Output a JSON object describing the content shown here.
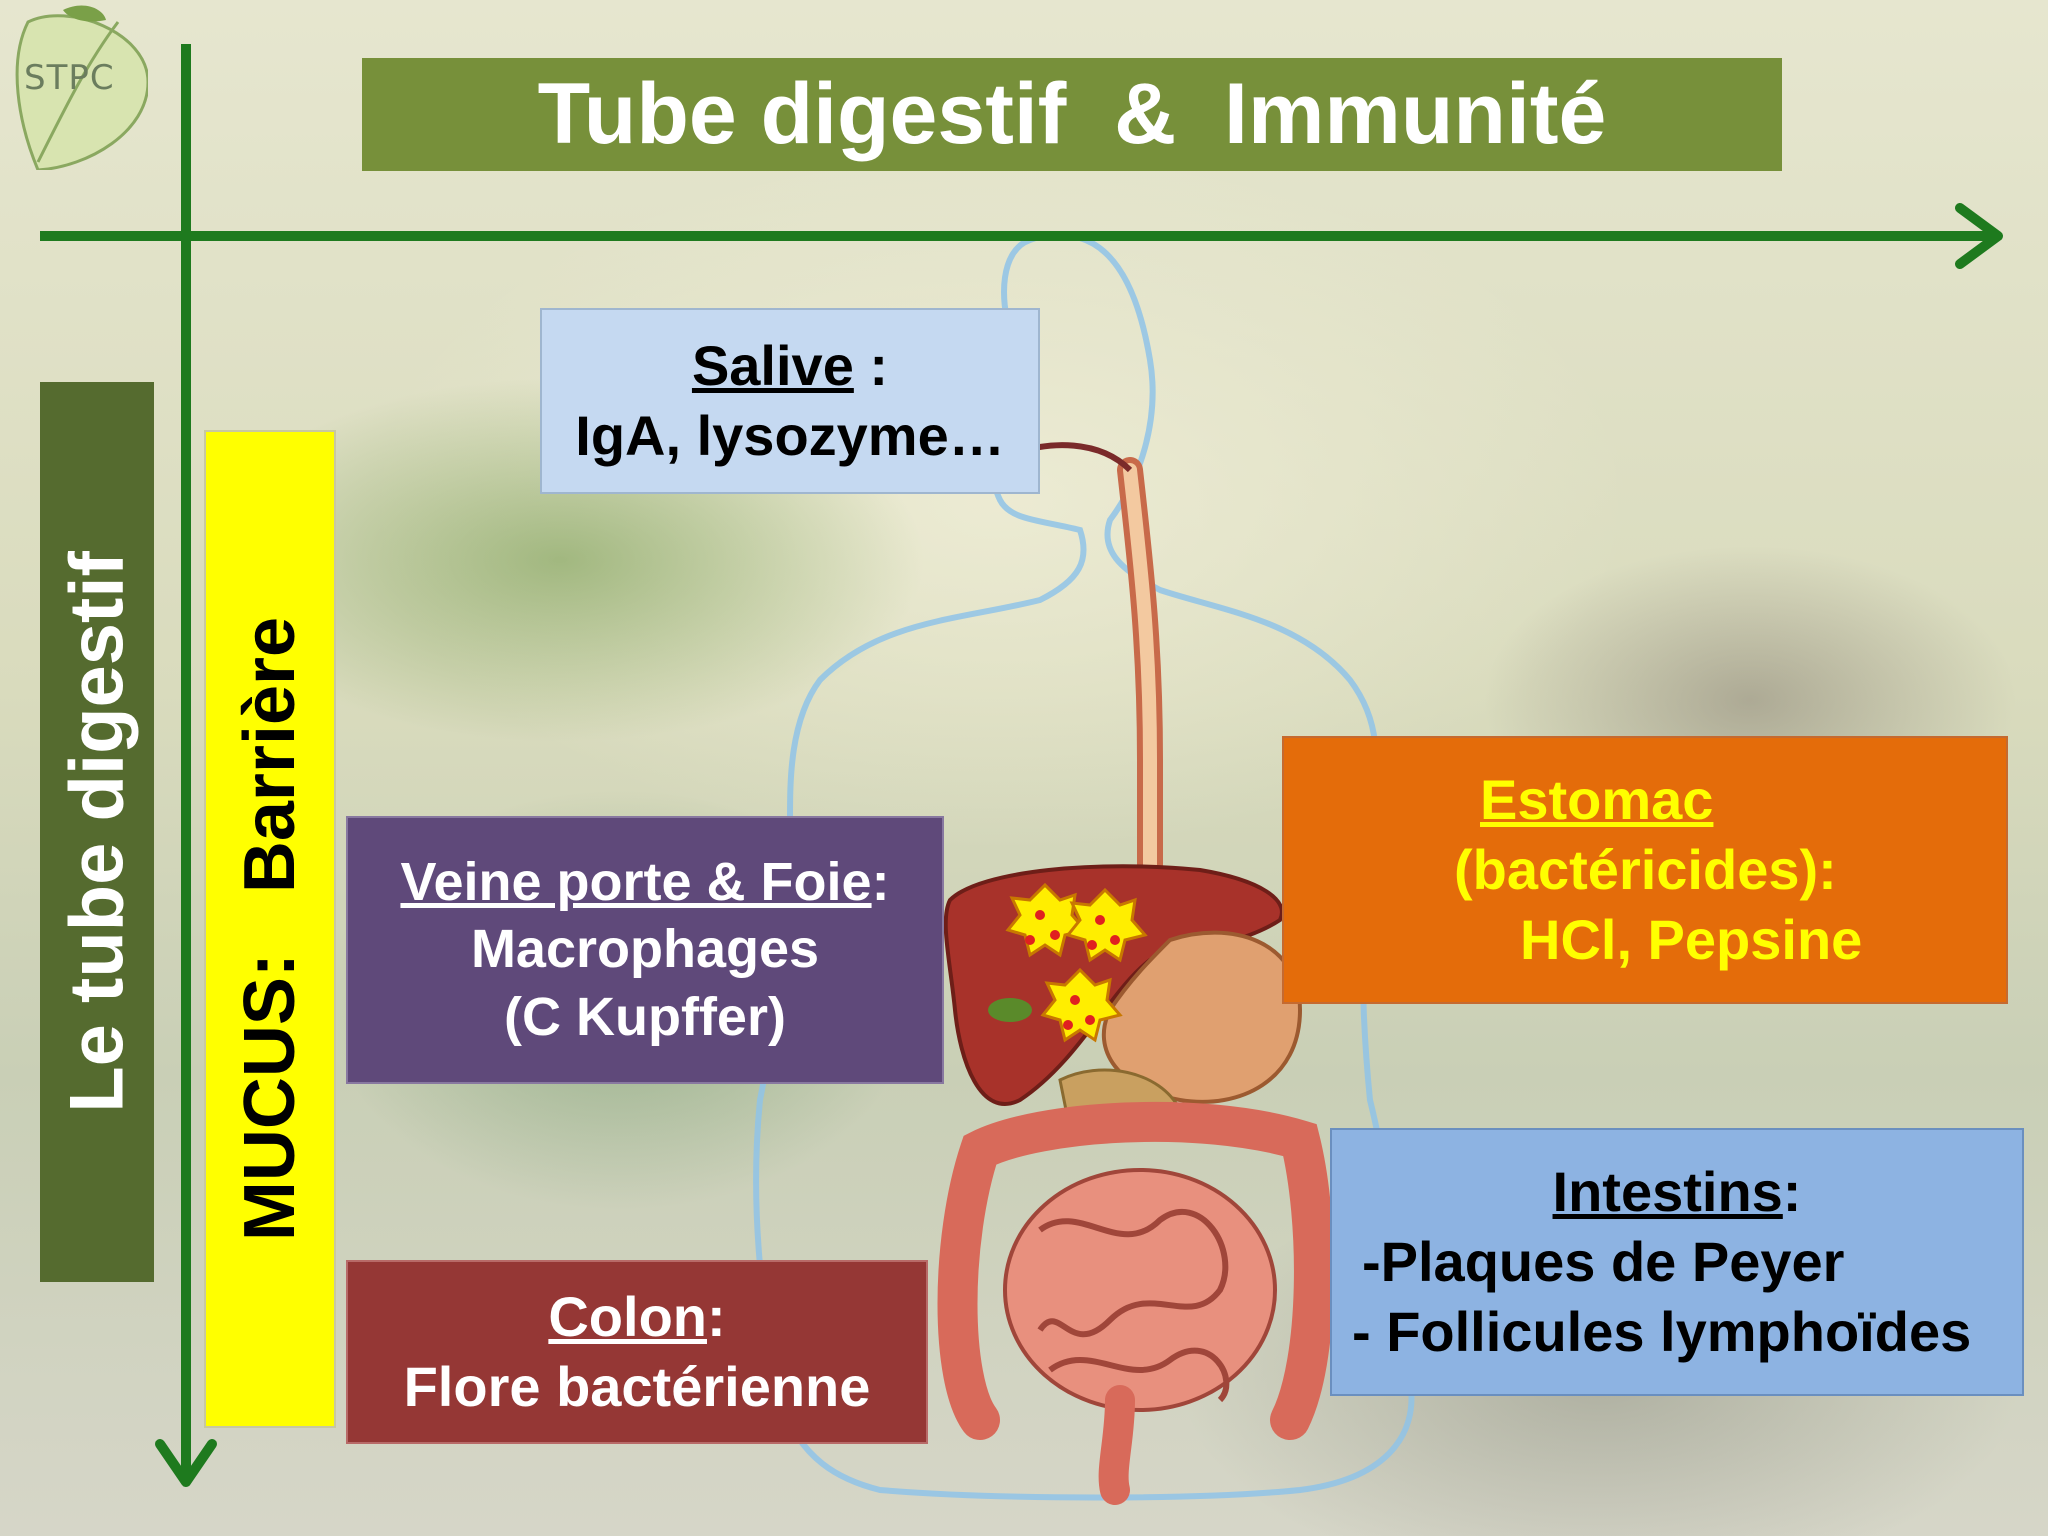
{
  "logo": {
    "text": "STPC"
  },
  "title": "Tube digestif  &  Immunité",
  "left_axis_label": "Le tube digestif",
  "barrier_label": "MUCUS:    Barrière",
  "salive": {
    "heading": "Salive",
    "heading_suffix": " :",
    "body": "IgA, lysozyme…"
  },
  "veine": {
    "heading": "Veine porte & Foie",
    "heading_suffix": ":",
    "line1": "Macrophages",
    "line2": "(C Kupffer)"
  },
  "colon": {
    "heading": "Colon",
    "heading_suffix": ":",
    "body": "Flore bactérienne"
  },
  "estomac": {
    "heading": "Estomac",
    "line1": "(bactéricides):",
    "line2": "HCl, Pepsine"
  },
  "intestins": {
    "heading": "Intestins",
    "heading_suffix": ":",
    "line1": "-Plaques de Peyer",
    "line2": "- Follicules lymphoïdes"
  },
  "colors": {
    "title_bg": "#77903a",
    "axis_green": "#1e7a1e",
    "mucus_yellow": "#ffff00",
    "salive_bg": "#c5d9f1",
    "veine_bg": "#5f497a",
    "colon_bg": "#953735",
    "estomac_bg": "#e46c0a",
    "intestins_bg": "#8db3e2"
  }
}
